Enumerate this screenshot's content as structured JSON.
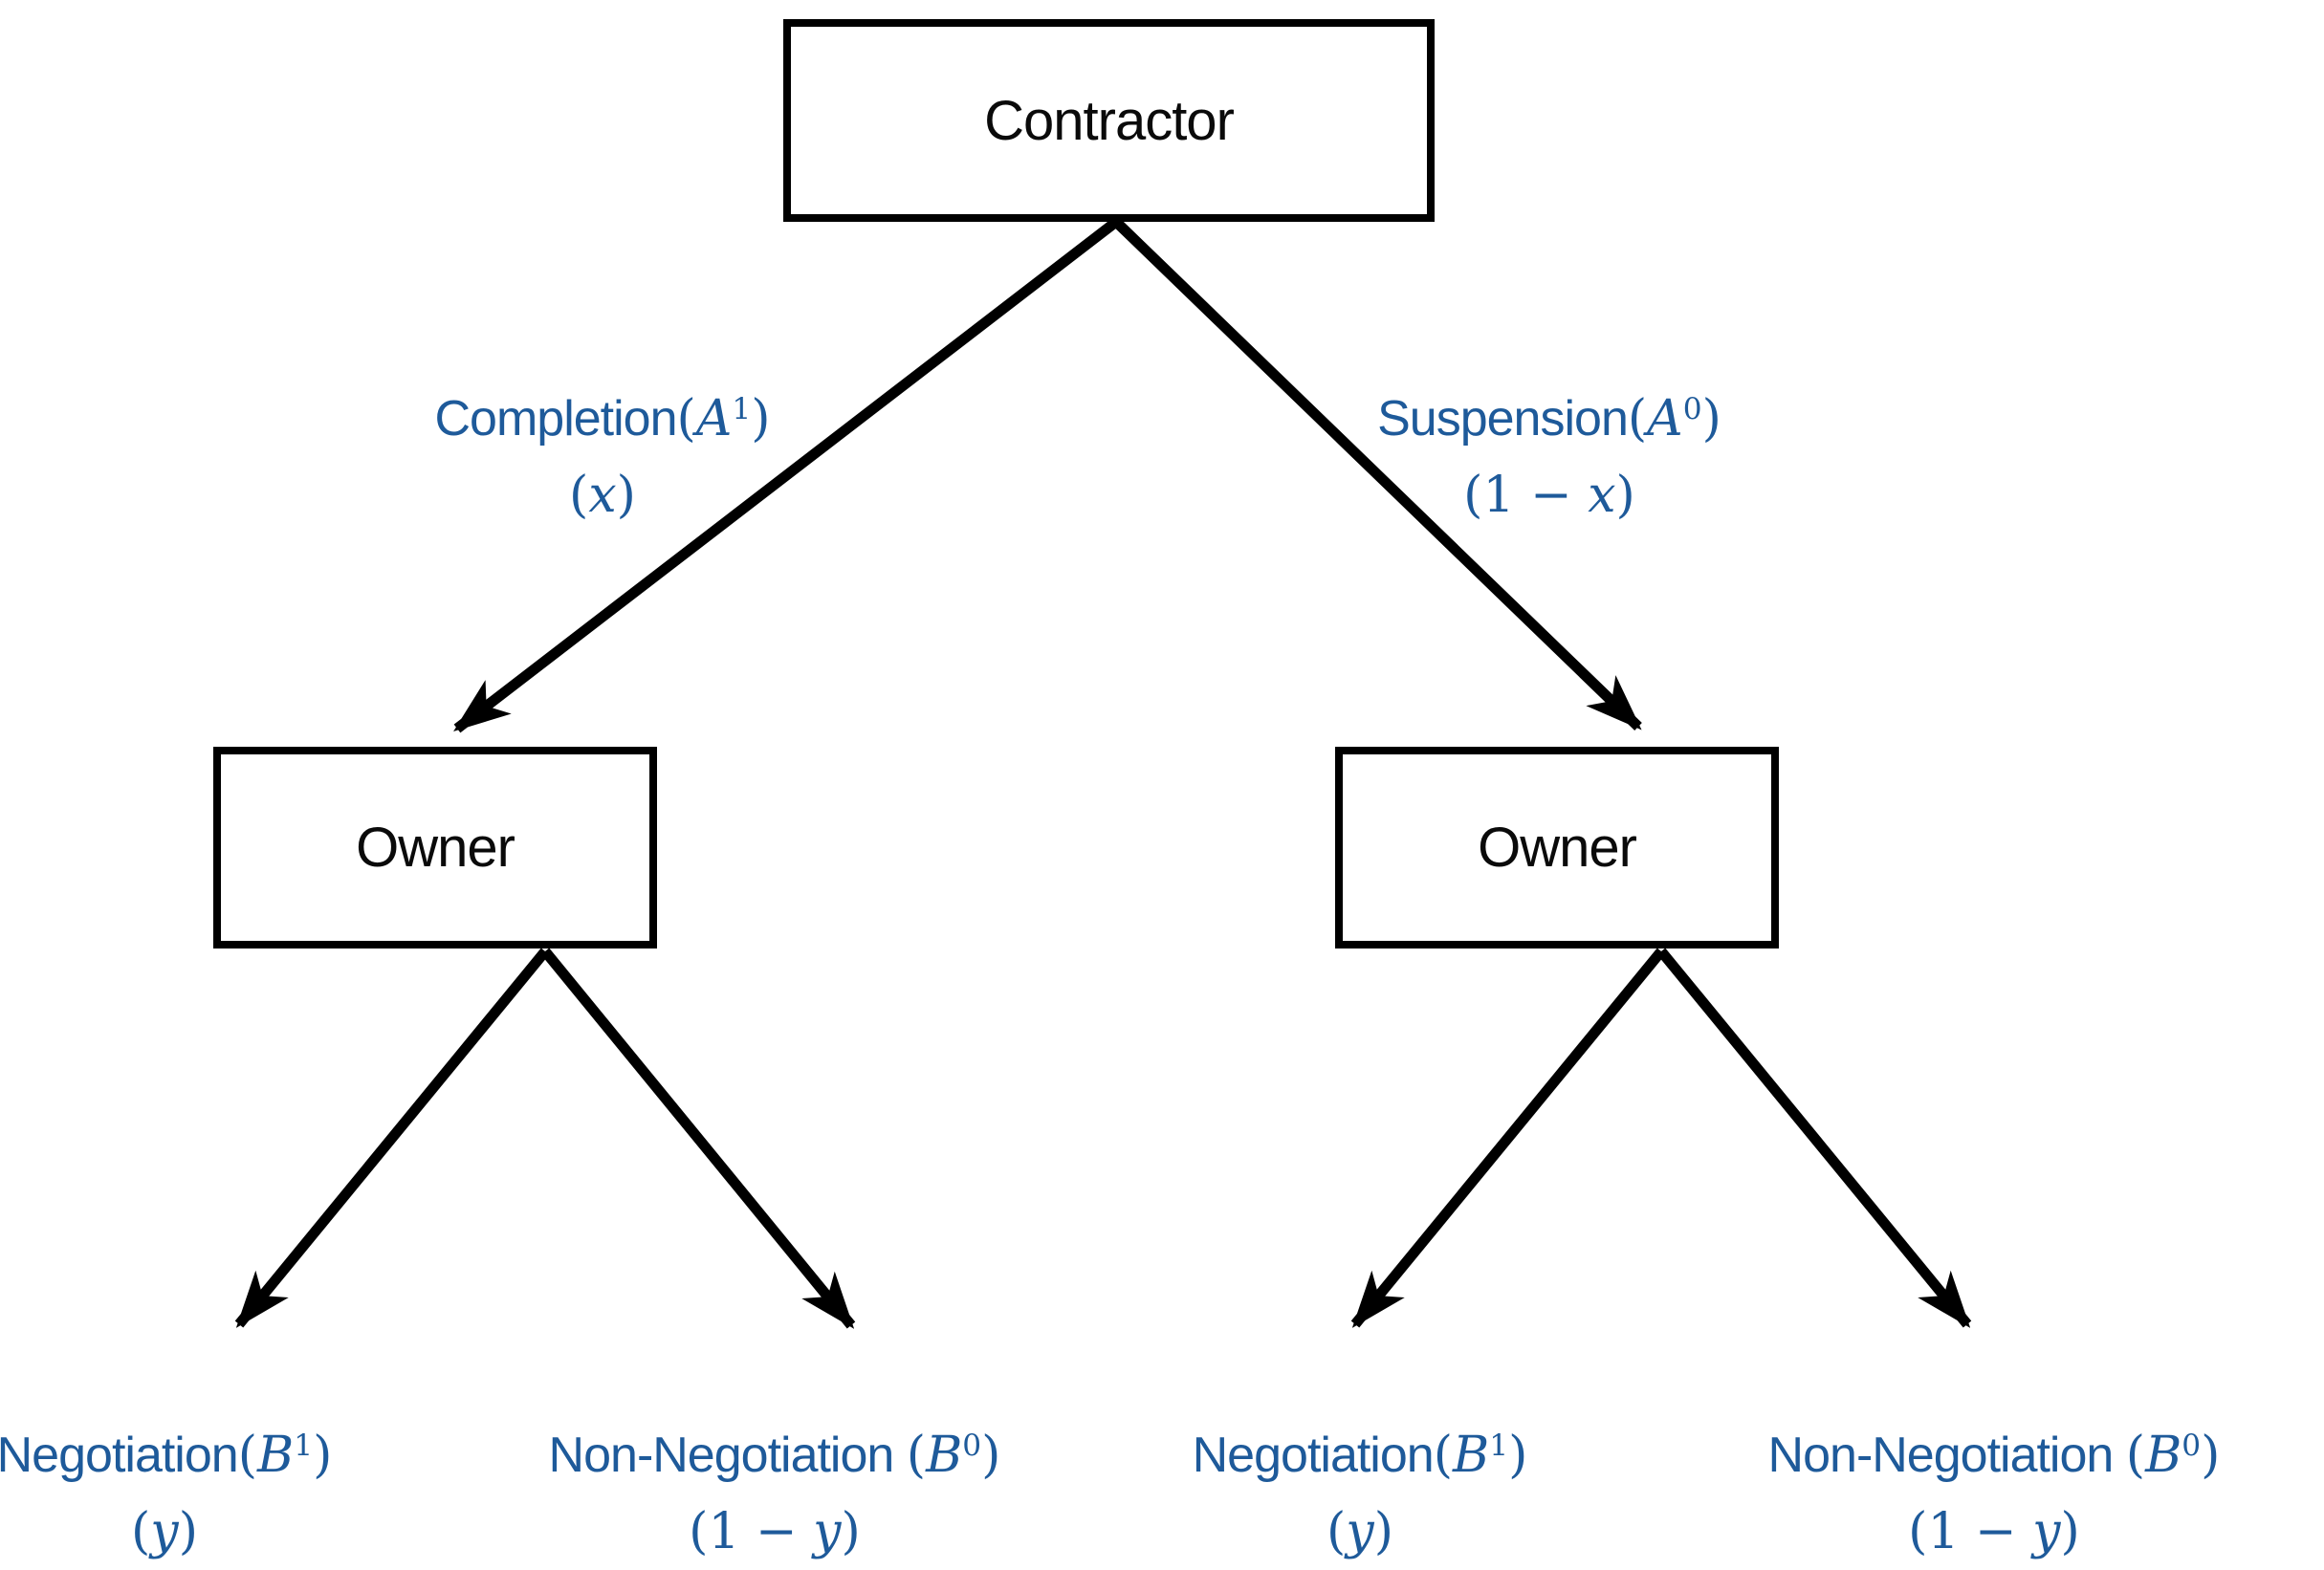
{
  "colors": {
    "label_blue": "#1e5a9a",
    "line_black": "#000000"
  },
  "nodes": {
    "root": {
      "label": "Contractor"
    },
    "owner_left": {
      "label": "Owner"
    },
    "owner_right": {
      "label": "Owner"
    }
  },
  "branches": [
    {
      "id": "completion",
      "word": "Completion",
      "open": "(",
      "variable": "A",
      "superscript": "1",
      "close": ")",
      "prob_open": "(",
      "prob_pre": "",
      "prob_var": "x",
      "prob_close": ")"
    },
    {
      "id": "suspension",
      "word": "Suspension",
      "open": "(",
      "variable": "A",
      "superscript": "0",
      "close": ")",
      "prob_open": "(",
      "prob_pre": "1 − ",
      "prob_var": "x",
      "prob_close": ")"
    },
    {
      "id": "negotiation-left",
      "word": "Negotiation",
      "open": "(",
      "variable": "B",
      "superscript": "1",
      "close": ")",
      "prob_open": "(",
      "prob_pre": "",
      "prob_var": "y",
      "prob_close": ")"
    },
    {
      "id": "non-negotiation-left",
      "word": "Non-Negotiation ",
      "open": "(",
      "variable": "B",
      "superscript": "0",
      "close": ")",
      "prob_open": "(",
      "prob_pre": "1 − ",
      "prob_var": "y",
      "prob_close": ")"
    },
    {
      "id": "negotiation-right",
      "word": "Negotiation",
      "open": "(",
      "variable": "B",
      "superscript": "1",
      "close": ")",
      "prob_open": "(",
      "prob_pre": "",
      "prob_var": "y",
      "prob_close": ")"
    },
    {
      "id": "non-negotiation-right",
      "word": "Non-Negotiation ",
      "open": "(",
      "variable": "B",
      "superscript": "0",
      "close": ")",
      "prob_open": "(",
      "prob_pre": "1 − ",
      "prob_var": "y",
      "prob_close": ")"
    }
  ]
}
